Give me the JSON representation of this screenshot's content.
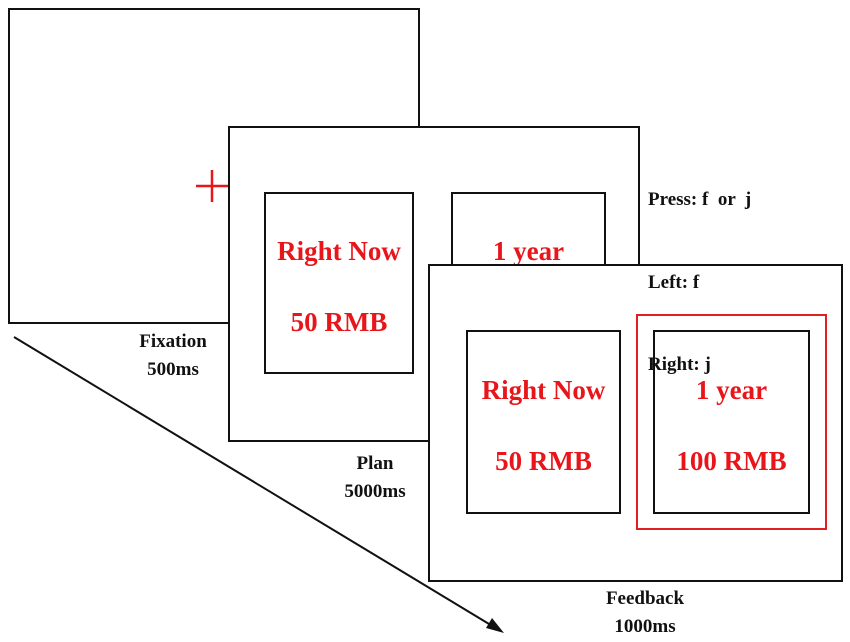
{
  "fixation": {
    "caption_line1": "Fixation",
    "caption_line2": "500ms",
    "cross_color": "#e8161b"
  },
  "plan": {
    "left_option": {
      "delay": "Right Now",
      "amount": "50 RMB"
    },
    "right_option": {
      "delay": "1 year"
    },
    "caption_line1": "Plan",
    "caption_line2": "5000ms"
  },
  "keys": {
    "press": "Press: f  or  j",
    "left": "Left: f",
    "right": "Right: j"
  },
  "feedback": {
    "left_option": {
      "delay": "Right Now",
      "amount": "50 RMB"
    },
    "right_option": {
      "delay": "1 year",
      "amount": "100 RMB"
    },
    "caption_line1": "Feedback",
    "caption_line2": "1000ms",
    "highlight_color": "#e02020"
  },
  "colors": {
    "stimulus_text": "#e8161b",
    "frame": "#111111"
  }
}
